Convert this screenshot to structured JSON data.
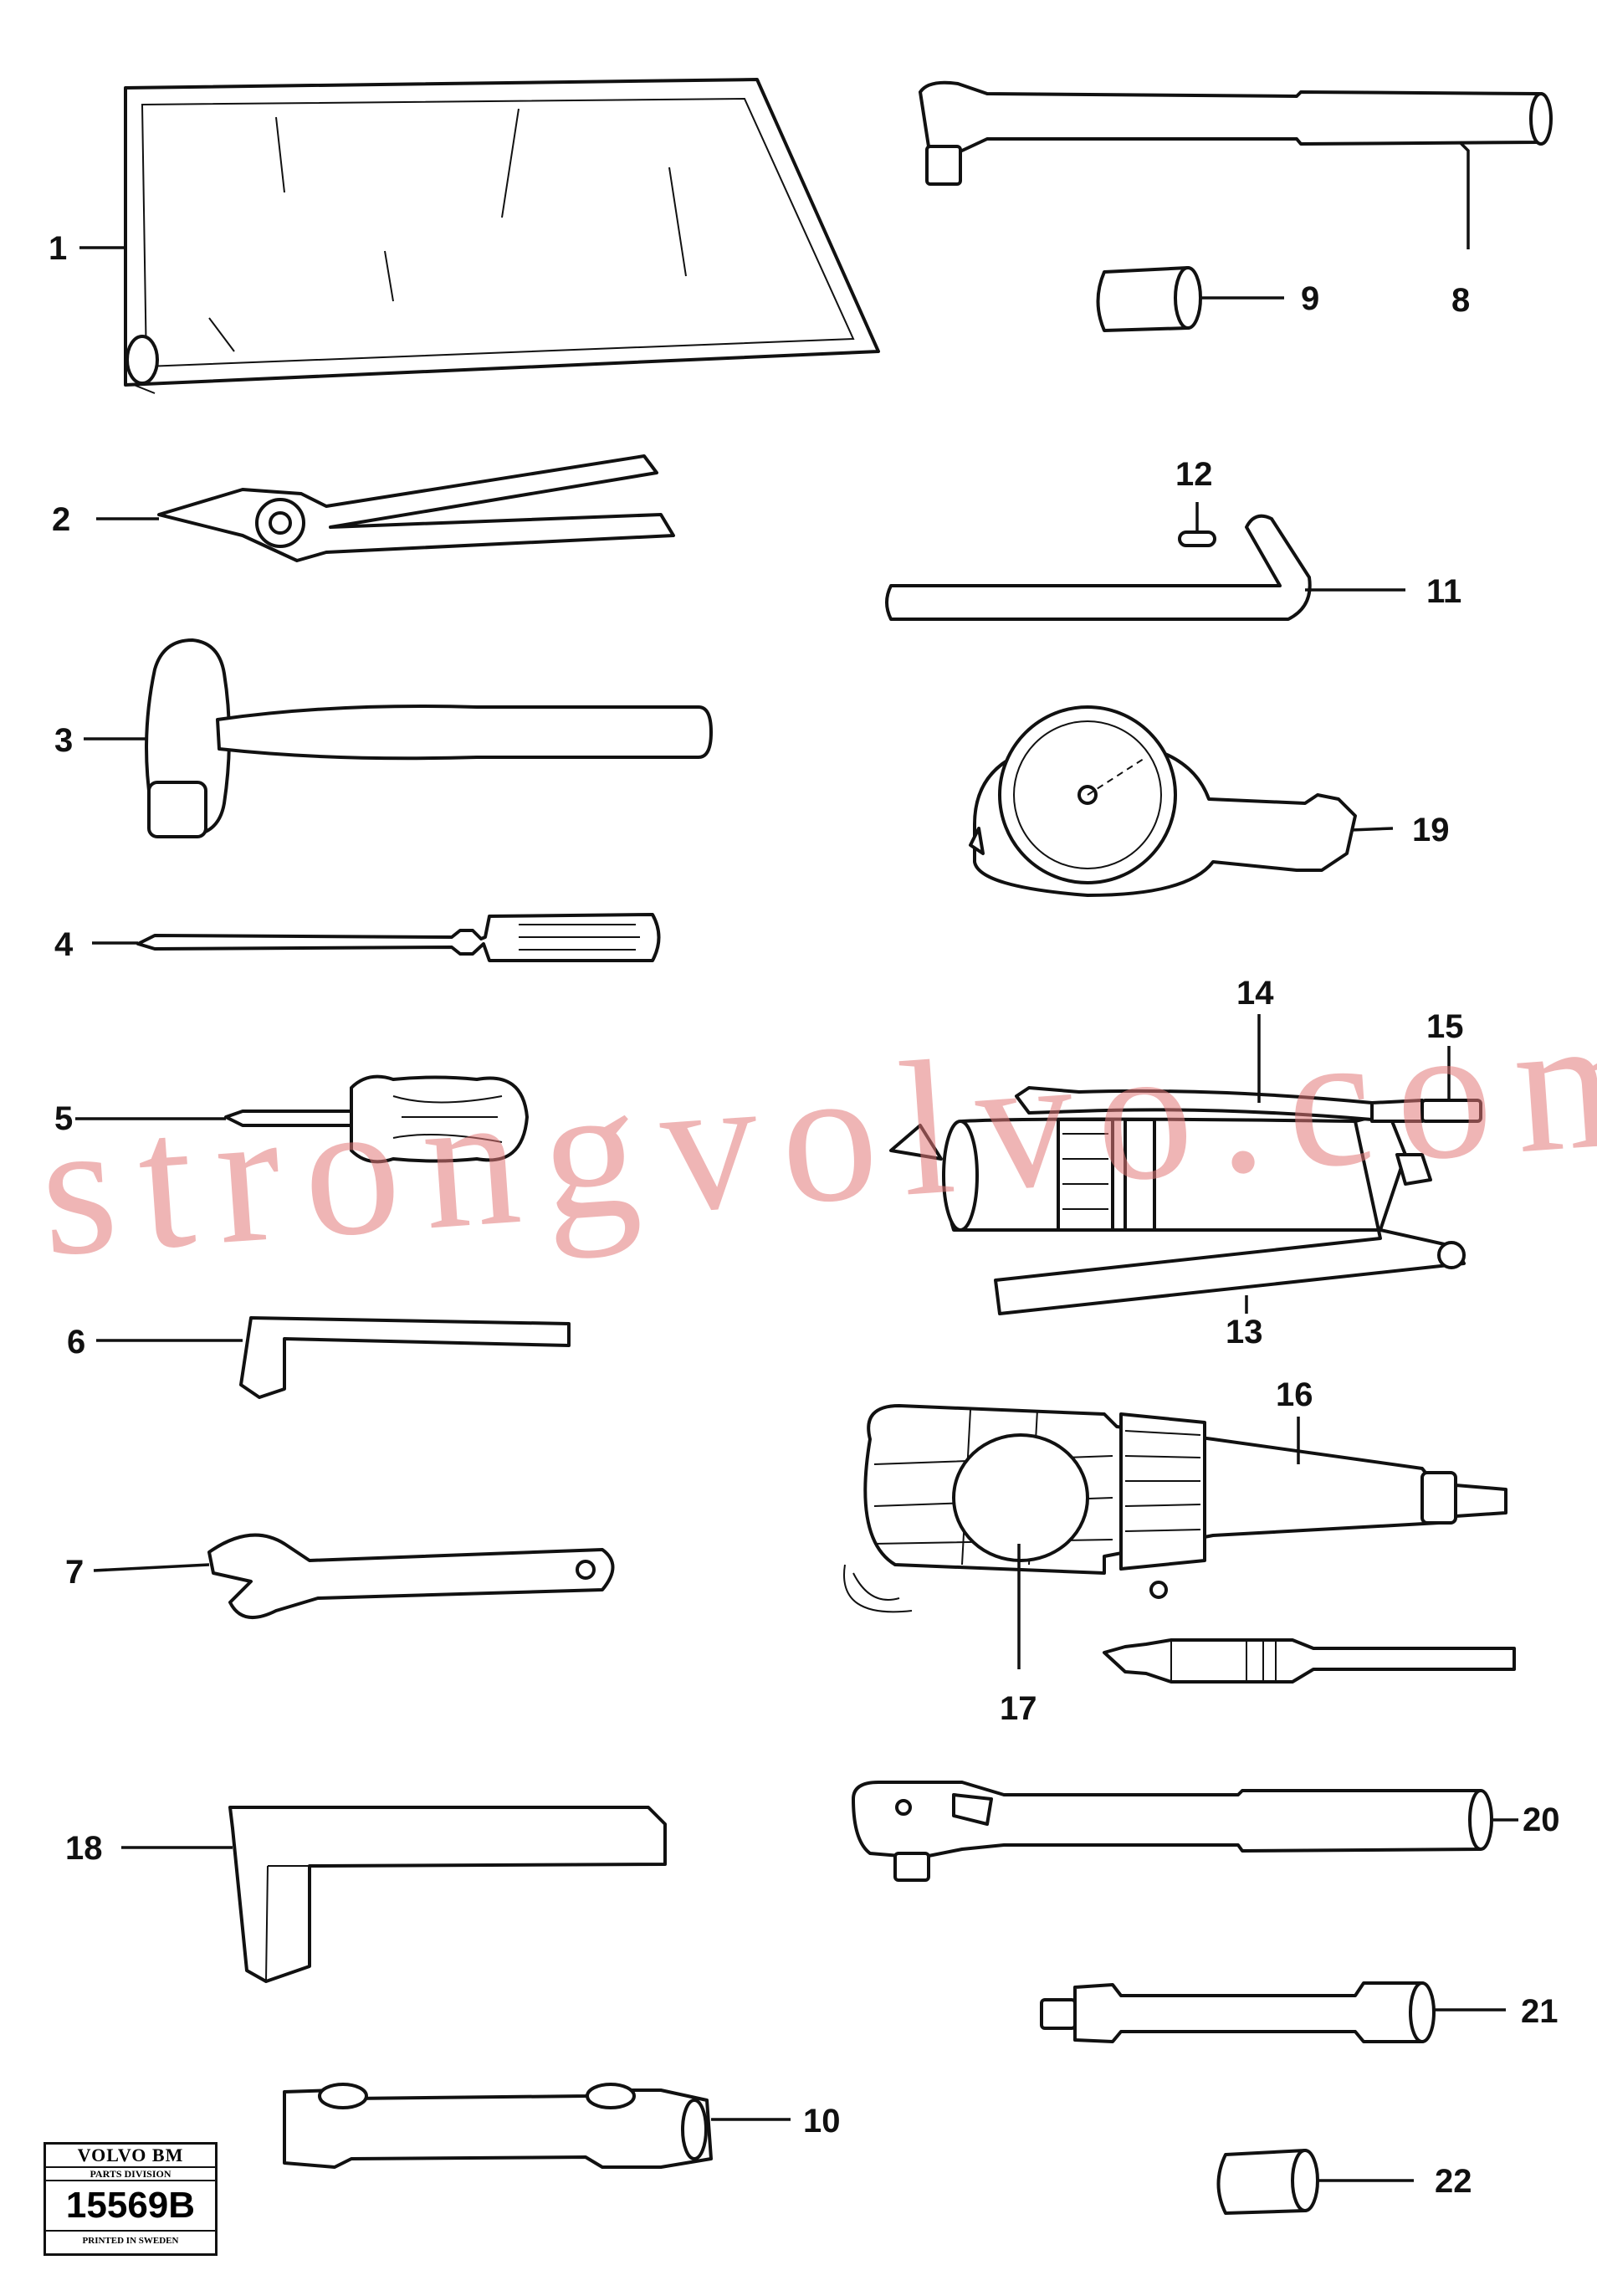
{
  "callouts": [
    "1",
    "2",
    "3",
    "4",
    "5",
    "6",
    "7",
    "8",
    "9",
    "10",
    "11",
    "12",
    "13",
    "14",
    "15",
    "16",
    "17",
    "18",
    "19",
    "20",
    "21",
    "22"
  ],
  "watermark": "strongvolvo.com",
  "badge": {
    "brand": "VOLVO BM",
    "division": "PARTS DIVISION",
    "code": "15569B",
    "printed": "PRINTED IN SWEDEN"
  }
}
